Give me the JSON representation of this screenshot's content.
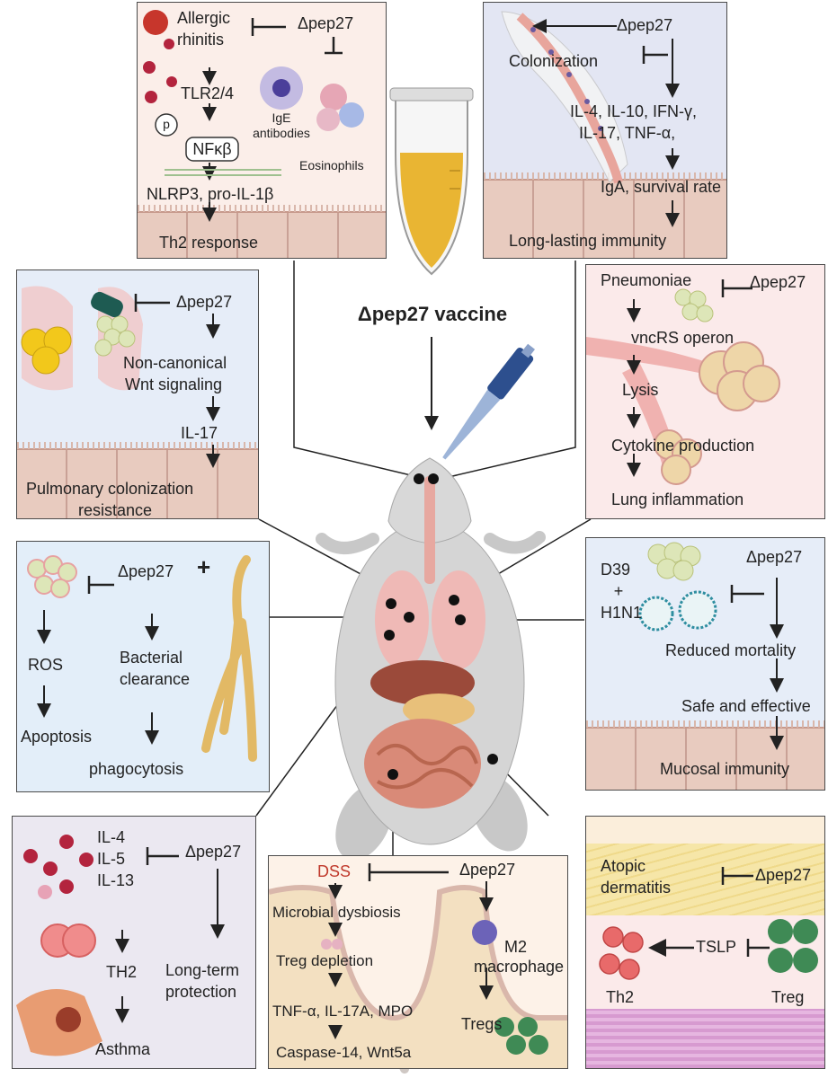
{
  "title": "Δpep27 vaccine",
  "colors": {
    "line": "#222222",
    "dss": "#c0392b",
    "tube_fill": "#e9b533",
    "lung": "#f2c6c6",
    "cell": "#e8cbbf"
  },
  "panels": {
    "allergic": {
      "bg": "#fbeee9",
      "texts": [
        "Allergic",
        "rhinitis",
        "Δpep27",
        "TLR2/4",
        "p",
        "NFκβ",
        "IgE",
        "antibodies",
        "Eosinophils",
        "NLRP3, pro-IL-1β",
        "Th2 response"
      ]
    },
    "colonization": {
      "bg": "#e3e6f3",
      "texts": [
        "Δpep27",
        "Colonization",
        "IL-4, IL-10, IFN-γ,",
        "IL-17, TNF-α,",
        "IgA, survival rate",
        "Long-lasting immunity"
      ]
    },
    "wnt": {
      "bg": "#e6edf8",
      "texts": [
        "Δpep27",
        "Non-canonical",
        "Wnt signaling",
        "IL-17",
        "Pulmonary colonization",
        "resistance"
      ]
    },
    "pneumoniae": {
      "bg": "#fbeaea",
      "texts": [
        "Pneumoniae",
        "Δpep27",
        "vncRS operon",
        "Lysis",
        "Cytokine production",
        "Lung inflammation"
      ]
    },
    "ginseng": {
      "bg": "#e3eef9",
      "texts": [
        "Δpep27",
        "+",
        "ROS",
        "Bacterial",
        "clearance",
        "Apoptosis",
        "phagocytosis"
      ]
    },
    "h1n1": {
      "bg": "#e6edf8",
      "texts": [
        "D39",
        "+",
        "H1N1",
        "Δpep27",
        "Reduced mortality",
        "Safe and effective",
        "Mucosal immunity"
      ]
    },
    "asthma": {
      "bg": "#ebe8f1",
      "texts": [
        "IL-4",
        "IL-5",
        "IL-13",
        "Δpep27",
        "TH2",
        "Long-term",
        "protection",
        "Asthma"
      ]
    },
    "dss": {
      "bg": "#fdf2e8",
      "texts": [
        "DSS",
        "Δpep27",
        "Microbial dysbiosis",
        "Treg depletion",
        "M2",
        "macrophage",
        "TNF-α, IL-17A, MPO",
        "Tregs",
        "Caspase-14, Wnt5a"
      ]
    },
    "atopic": {
      "bg": "#fbeaea",
      "texts": [
        "Atopic",
        "dermatitis",
        "Δpep27",
        "TSLP",
        "Th2",
        "Treg"
      ]
    }
  }
}
